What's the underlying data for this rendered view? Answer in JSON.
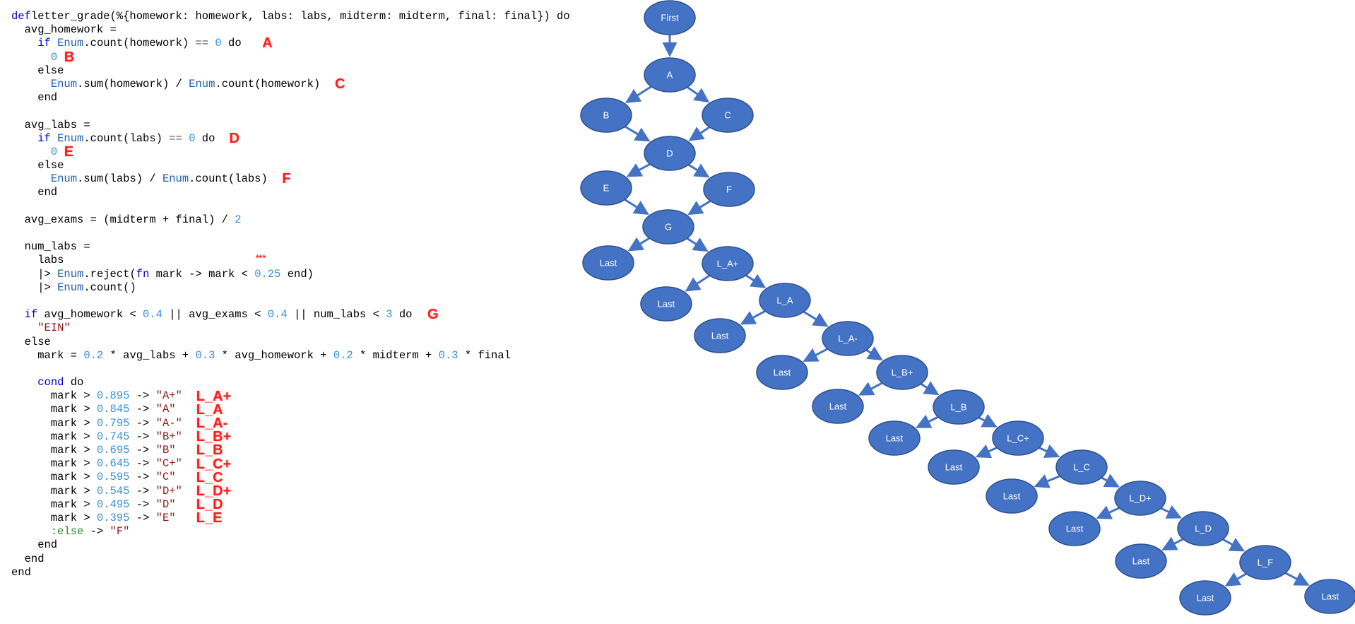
{
  "code_lines": [
    [
      [
        "kw",
        "def"
      ],
      [
        "",
        "letter_grade(%{homework: homework, labs: labs, midterm: midterm, final: final}) do"
      ]
    ],
    [
      [
        "",
        "  avg_homework ="
      ]
    ],
    [
      [
        "",
        "    "
      ],
      [
        "kw",
        "if"
      ],
      [
        "",
        "",
        " "
      ],
      [
        "mod",
        " Enum"
      ],
      [
        "",
        ".count(homework) "
      ],
      [
        "op",
        "=="
      ],
      [
        "",
        " "
      ],
      [
        "num",
        "0"
      ],
      [
        "",
        " do"
      ]
    ],
    [
      [
        "",
        "      "
      ],
      [
        "num",
        "0"
      ]
    ],
    [
      [
        "",
        "    else"
      ]
    ],
    [
      [
        "",
        "      "
      ],
      [
        "mod",
        "Enum"
      ],
      [
        "",
        ".sum(homework) / "
      ],
      [
        "mod",
        "Enum"
      ],
      [
        "",
        ".count(homework)"
      ]
    ],
    [
      [
        "",
        "    end"
      ]
    ],
    [
      [
        "",
        ""
      ]
    ],
    [
      [
        "",
        "  avg_labs ="
      ]
    ],
    [
      [
        "",
        "    "
      ],
      [
        "kw",
        "if"
      ],
      [
        "mod",
        " Enum"
      ],
      [
        "",
        ".count(labs) "
      ],
      [
        "op",
        "=="
      ],
      [
        "",
        " "
      ],
      [
        "num",
        "0"
      ],
      [
        "",
        " do"
      ]
    ],
    [
      [
        "",
        "      "
      ],
      [
        "num",
        "0"
      ]
    ],
    [
      [
        "",
        "    else"
      ]
    ],
    [
      [
        "",
        "      "
      ],
      [
        "mod",
        "Enum"
      ],
      [
        "",
        ".sum(labs) / "
      ],
      [
        "mod",
        "Enum"
      ],
      [
        "",
        ".count(labs)"
      ]
    ],
    [
      [
        "",
        "    end"
      ]
    ],
    [
      [
        "",
        ""
      ]
    ],
    [
      [
        "",
        "  avg_exams = (midterm + final) / "
      ],
      [
        "num",
        "2"
      ]
    ],
    [
      [
        "",
        ""
      ]
    ],
    [
      [
        "",
        "  num_labs ="
      ]
    ],
    [
      [
        "",
        "    labs"
      ]
    ],
    [
      [
        "",
        "    |> "
      ],
      [
        "mod",
        "Enum"
      ],
      [
        "",
        ".reject("
      ],
      [
        "kw",
        "fn"
      ],
      [
        "",
        " mark -> mark < "
      ],
      [
        "num",
        "0.25"
      ],
      [
        "",
        " end)"
      ]
    ],
    [
      [
        "",
        "    |> "
      ],
      [
        "mod",
        "Enum"
      ],
      [
        "",
        ".count()"
      ]
    ],
    [
      [
        "",
        ""
      ]
    ],
    [
      [
        "",
        "  "
      ],
      [
        "kw",
        "if"
      ],
      [
        "",
        " avg_homework < "
      ],
      [
        "num",
        "0.4"
      ],
      [
        "",
        " || avg_exams < "
      ],
      [
        "num",
        "0.4"
      ],
      [
        "",
        " || num_labs < "
      ],
      [
        "num",
        "3"
      ],
      [
        "",
        " do"
      ]
    ],
    [
      [
        "",
        "    "
      ],
      [
        "str",
        "\"EIN\""
      ]
    ],
    [
      [
        "",
        "  else"
      ]
    ],
    [
      [
        "",
        "    mark = "
      ],
      [
        "num",
        "0.2"
      ],
      [
        "",
        " * avg_labs + "
      ],
      [
        "num",
        "0.3"
      ],
      [
        "",
        " * avg_homework + "
      ],
      [
        "num",
        "0.2"
      ],
      [
        "",
        " * midterm + "
      ],
      [
        "num",
        "0.3"
      ],
      [
        "",
        " * final"
      ]
    ],
    [
      [
        "",
        ""
      ]
    ],
    [
      [
        "",
        "    "
      ],
      [
        "kw",
        "cond"
      ],
      [
        "",
        " do"
      ]
    ],
    [
      [
        "",
        "      mark > "
      ],
      [
        "num",
        "0.895"
      ],
      [
        "",
        " -> "
      ],
      [
        "str",
        "\"A+\""
      ]
    ],
    [
      [
        "",
        "      mark > "
      ],
      [
        "num",
        "0.845"
      ],
      [
        "",
        " -> "
      ],
      [
        "str",
        "\"A\""
      ]
    ],
    [
      [
        "",
        "      mark > "
      ],
      [
        "num",
        "0.795"
      ],
      [
        "",
        " -> "
      ],
      [
        "str",
        "\"A-\""
      ]
    ],
    [
      [
        "",
        "      mark > "
      ],
      [
        "num",
        "0.745"
      ],
      [
        "",
        " -> "
      ],
      [
        "str",
        "\"B+\""
      ]
    ],
    [
      [
        "",
        "      mark > "
      ],
      [
        "num",
        "0.695"
      ],
      [
        "",
        " -> "
      ],
      [
        "str",
        "\"B\""
      ]
    ],
    [
      [
        "",
        "      mark > "
      ],
      [
        "num",
        "0.645"
      ],
      [
        "",
        " -> "
      ],
      [
        "str",
        "\"C+\""
      ]
    ],
    [
      [
        "",
        "      mark > "
      ],
      [
        "num",
        "0.595"
      ],
      [
        "",
        " -> "
      ],
      [
        "str",
        "\"C\""
      ]
    ],
    [
      [
        "",
        "      mark > "
      ],
      [
        "num",
        "0.545"
      ],
      [
        "",
        " -> "
      ],
      [
        "str",
        "\"D+\""
      ]
    ],
    [
      [
        "",
        "      mark > "
      ],
      [
        "num",
        "0.495"
      ],
      [
        "",
        " -> "
      ],
      [
        "str",
        "\"D\""
      ]
    ],
    [
      [
        "",
        "      mark > "
      ],
      [
        "num",
        "0.395"
      ],
      [
        "",
        " -> "
      ],
      [
        "str",
        "\"E\""
      ]
    ],
    [
      [
        "",
        "      "
      ],
      [
        "atom",
        ":else"
      ],
      [
        "",
        " -> "
      ],
      [
        "str",
        "\"F\""
      ]
    ],
    [
      [
        "",
        "    end"
      ]
    ],
    [
      [
        "",
        "  end"
      ]
    ],
    [
      [
        "",
        "end"
      ]
    ]
  ],
  "annotations": [
    {
      "line": 2,
      "col": 38,
      "text": "A"
    },
    {
      "line": 3,
      "col": 8,
      "text": "B"
    },
    {
      "line": 5,
      "col": 49,
      "text": "C"
    },
    {
      "line": 9,
      "col": 33,
      "text": "D"
    },
    {
      "line": 10,
      "col": 8,
      "text": "E"
    },
    {
      "line": 12,
      "col": 41,
      "text": "F"
    },
    {
      "line": 22,
      "col": 63,
      "text": "G"
    },
    {
      "line": 28,
      "col": 28,
      "text": "L_A+"
    },
    {
      "line": 29,
      "col": 28,
      "text": "L_A"
    },
    {
      "line": 30,
      "col": 28,
      "text": "L_A-"
    },
    {
      "line": 31,
      "col": 28,
      "text": "L_B+"
    },
    {
      "line": 32,
      "col": 28,
      "text": "L_B"
    },
    {
      "line": 33,
      "col": 28,
      "text": "L_C+"
    },
    {
      "line": 34,
      "col": 28,
      "text": "L_C"
    },
    {
      "line": 35,
      "col": 28,
      "text": "L_D+"
    },
    {
      "line": 36,
      "col": 28,
      "text": "L_D"
    },
    {
      "line": 37,
      "col": 28,
      "text": "L_E"
    }
  ],
  "stars_mark": "***",
  "graph": {
    "node_color": "#4472c4",
    "nodes": [
      {
        "id": "first",
        "label": "First"
      },
      {
        "id": "A",
        "label": "A"
      },
      {
        "id": "B",
        "label": "B"
      },
      {
        "id": "C",
        "label": "C"
      },
      {
        "id": "D",
        "label": "D"
      },
      {
        "id": "E",
        "label": "E"
      },
      {
        "id": "F",
        "label": "F"
      },
      {
        "id": "G",
        "label": "G"
      },
      {
        "id": "last_g",
        "label": "Last"
      },
      {
        "id": "LAp",
        "label": "L_A+"
      },
      {
        "id": "last_1",
        "label": "Last"
      },
      {
        "id": "LA",
        "label": "L_A"
      },
      {
        "id": "last_2",
        "label": "Last"
      },
      {
        "id": "LAm",
        "label": "L_A-"
      },
      {
        "id": "last_3",
        "label": "Last"
      },
      {
        "id": "LBp",
        "label": "L_B+"
      },
      {
        "id": "last_4",
        "label": "Last"
      },
      {
        "id": "LB",
        "label": "L_B"
      },
      {
        "id": "last_5",
        "label": "Last"
      },
      {
        "id": "LCp",
        "label": "L_C+"
      },
      {
        "id": "last_6",
        "label": "Last"
      },
      {
        "id": "LC",
        "label": "L_C"
      },
      {
        "id": "last_7",
        "label": "Last"
      },
      {
        "id": "LDp",
        "label": "L_D+"
      },
      {
        "id": "last_8",
        "label": "Last"
      },
      {
        "id": "LD",
        "label": "L_D"
      },
      {
        "id": "last_9",
        "label": "Last"
      },
      {
        "id": "LF",
        "label": "L_F"
      },
      {
        "id": "last_10",
        "label": "Last"
      },
      {
        "id": "last_11",
        "label": "Last"
      }
    ],
    "edges": [
      [
        "first",
        "A"
      ],
      [
        "A",
        "B"
      ],
      [
        "A",
        "C"
      ],
      [
        "B",
        "D"
      ],
      [
        "C",
        "D"
      ],
      [
        "D",
        "E"
      ],
      [
        "D",
        "F"
      ],
      [
        "E",
        "G"
      ],
      [
        "F",
        "G"
      ],
      [
        "G",
        "last_g"
      ],
      [
        "G",
        "LAp"
      ],
      [
        "LAp",
        "last_1"
      ],
      [
        "LAp",
        "LA"
      ],
      [
        "LA",
        "last_2"
      ],
      [
        "LA",
        "LAm"
      ],
      [
        "LAm",
        "last_3"
      ],
      [
        "LAm",
        "LBp"
      ],
      [
        "LBp",
        "last_4"
      ],
      [
        "LBp",
        "LB"
      ],
      [
        "LB",
        "last_5"
      ],
      [
        "LB",
        "LCp"
      ],
      [
        "LCp",
        "last_6"
      ],
      [
        "LCp",
        "LC"
      ],
      [
        "LC",
        "last_7"
      ],
      [
        "LC",
        "LDp"
      ],
      [
        "LDp",
        "last_8"
      ],
      [
        "LDp",
        "LD"
      ],
      [
        "LD",
        "last_9"
      ],
      [
        "LD",
        "LF"
      ],
      [
        "LF",
        "last_10"
      ],
      [
        "LF",
        "last_11"
      ]
    ]
  }
}
